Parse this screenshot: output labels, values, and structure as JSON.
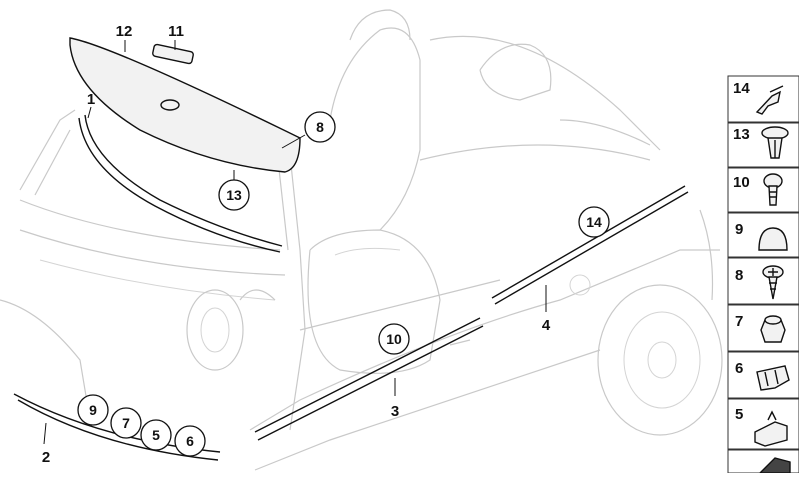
{
  "callouts": {
    "c1": "1",
    "c2": "2",
    "c3": "3",
    "c4": "4",
    "c11": "11",
    "c12": "12"
  },
  "circled": {
    "b8": "8",
    "b13": "13",
    "b10": "10",
    "b14": "14",
    "b9": "9",
    "b7": "7",
    "b5": "5",
    "b6": "6"
  },
  "sidebar": {
    "items": [
      {
        "label": "14",
        "icon": "trim-clip-icon"
      },
      {
        "label": "13",
        "icon": "expanding-rivet-icon"
      },
      {
        "label": "10",
        "icon": "push-rivet-icon"
      },
      {
        "label": "9",
        "icon": "dome-cap-icon"
      },
      {
        "label": "8",
        "icon": "screw-icon"
      },
      {
        "label": "7",
        "icon": "nut-icon"
      },
      {
        "label": "6",
        "icon": "clip-icon"
      },
      {
        "label": "5",
        "icon": "bracket-clip-icon"
      }
    ]
  }
}
